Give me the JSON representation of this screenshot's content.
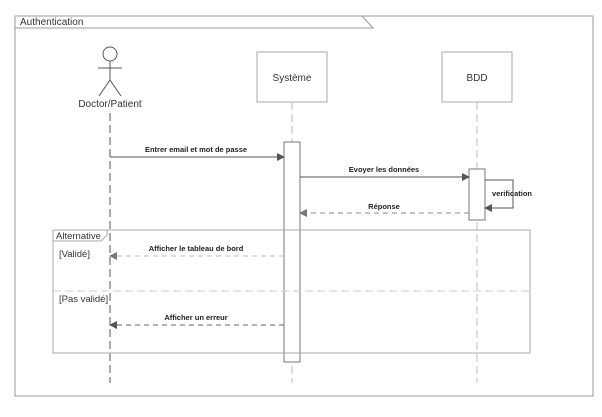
{
  "frame": {
    "title": "Authentication"
  },
  "lifelines": {
    "actor": {
      "label": "Doctor/Patient"
    },
    "system": {
      "label": "Système"
    },
    "db": {
      "label": "BDD"
    }
  },
  "messages": {
    "m1": {
      "label": "Entrer email et mot de passe"
    },
    "m2": {
      "label": "Evoyer les données"
    },
    "m3": {
      "label": "verification"
    },
    "m4": {
      "label": "Réponse"
    },
    "m5": {
      "label": "Afficher le tableau de bord"
    },
    "m6": {
      "label": "Afficher un erreur"
    }
  },
  "fragment": {
    "title": "Alternative",
    "guard1": "[Validé]",
    "guard2": "[Pas validé]"
  },
  "colors": {
    "line": "#555555",
    "box_border": "#999999",
    "dashed": "#bbbbbb"
  }
}
